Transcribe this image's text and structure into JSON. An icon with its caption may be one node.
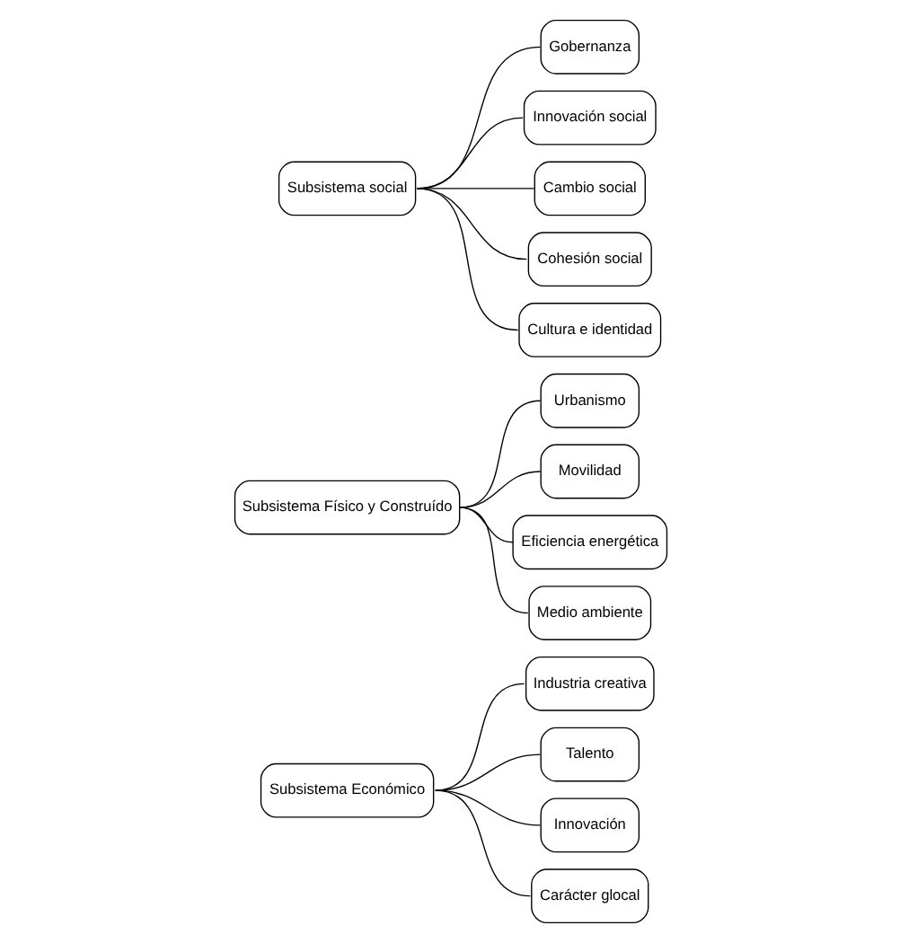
{
  "diagram": {
    "nodes": [
      {
        "text": [
          "Subsistema Económico"
        ]
      },
      {
        "text": [
          "Industria creativa"
        ]
      },
      {
        "text": [
          "Talento"
        ]
      },
      {
        "text": [
          "Innovación"
        ]
      },
      {
        "text": [
          "Carácter glocal"
        ]
      },
      {
        "text": [
          "Subsistema Físico y Construído"
        ]
      },
      {
        "text": [
          "Urbanismo"
        ]
      },
      {
        "text": [
          "Movilidad"
        ]
      },
      {
        "text": [
          "Eficiencia energética"
        ]
      },
      {
        "text": [
          "Medio ambiente"
        ]
      },
      {
        "text": [
          "Subsistema social"
        ]
      },
      {
        "text": [
          "Gobernanza"
        ]
      },
      {
        "text": [
          "Innovación social"
        ]
      },
      {
        "text": [
          "Cambio social"
        ]
      },
      {
        "text": [
          "Cohesión social"
        ]
      },
      {
        "text": [
          "Cultura e identidad"
        ]
      }
    ],
    "edges": [
      {
        "from": 0,
        "to": 1,
        "arrow": "none"
      },
      {
        "from": 0,
        "to": 2,
        "arrow": "none"
      },
      {
        "from": 0,
        "to": 3,
        "arrow": "none"
      },
      {
        "from": 0,
        "to": 4,
        "arrow": "none"
      },
      {
        "from": 5,
        "to": 6,
        "arrow": "none"
      },
      {
        "from": 5,
        "to": 7,
        "arrow": "none"
      },
      {
        "from": 5,
        "to": 8,
        "arrow": "none"
      },
      {
        "from": 5,
        "to": 9,
        "arrow": "none"
      },
      {
        "from": 10,
        "to": 11,
        "arrow": "none"
      },
      {
        "from": 10,
        "to": 12,
        "arrow": "none"
      },
      {
        "from": 10,
        "to": 13,
        "arrow": "none"
      },
      {
        "from": 10,
        "to": 14,
        "arrow": "none"
      },
      {
        "from": 10,
        "to": 15,
        "arrow": "none"
      }
    ]
  }
}
